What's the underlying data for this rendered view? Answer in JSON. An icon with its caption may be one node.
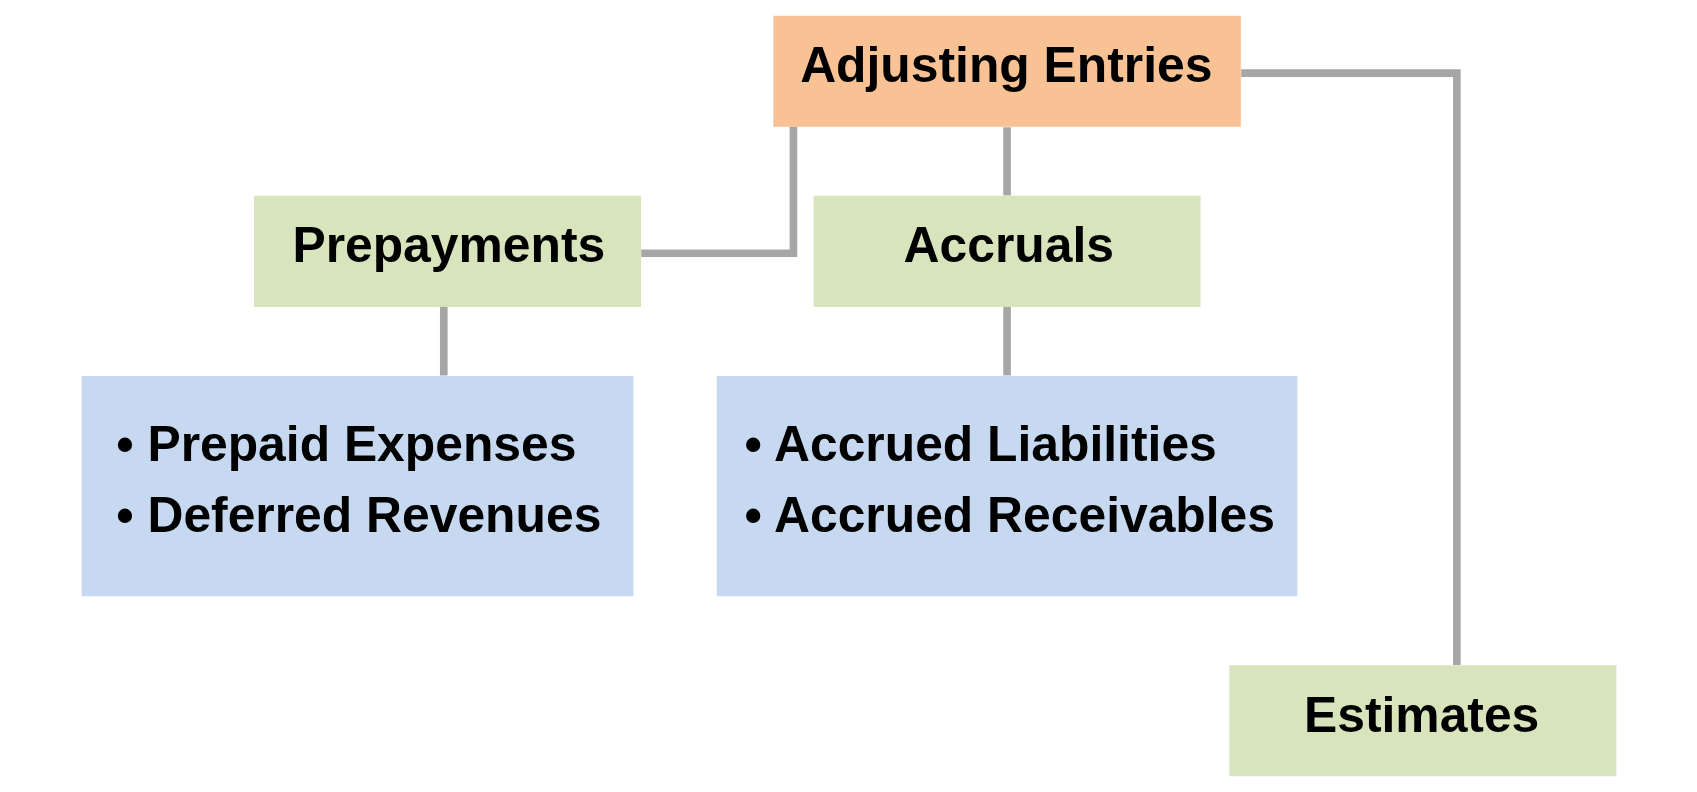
{
  "diagram": {
    "nodes": [
      {
        "text": [
          "Adjusting Entries"
        ]
      },
      {
        "text": [
          "Prepayments"
        ]
      },
      {
        "text": [
          "Accruals"
        ]
      },
      {
        "text": [
          "• Prepaid Expenses",
          "• Deferred Revenues"
        ]
      },
      {
        "text": [
          "• Accrued Liabilities",
          "• Accrued Receivables"
        ]
      },
      {
        "text": [
          "Estimates"
        ]
      }
    ],
    "edges": [
      {
        "from": 0,
        "to": 1,
        "arrow": "none"
      },
      {
        "from": 0,
        "to": 5,
        "arrow": "none"
      },
      {
        "from": 0,
        "to": 2,
        "arrow": "none"
      },
      {
        "from": 1,
        "to": 3,
        "arrow": "none"
      },
      {
        "from": 2,
        "to": 4,
        "arrow": "none"
      }
    ]
  }
}
